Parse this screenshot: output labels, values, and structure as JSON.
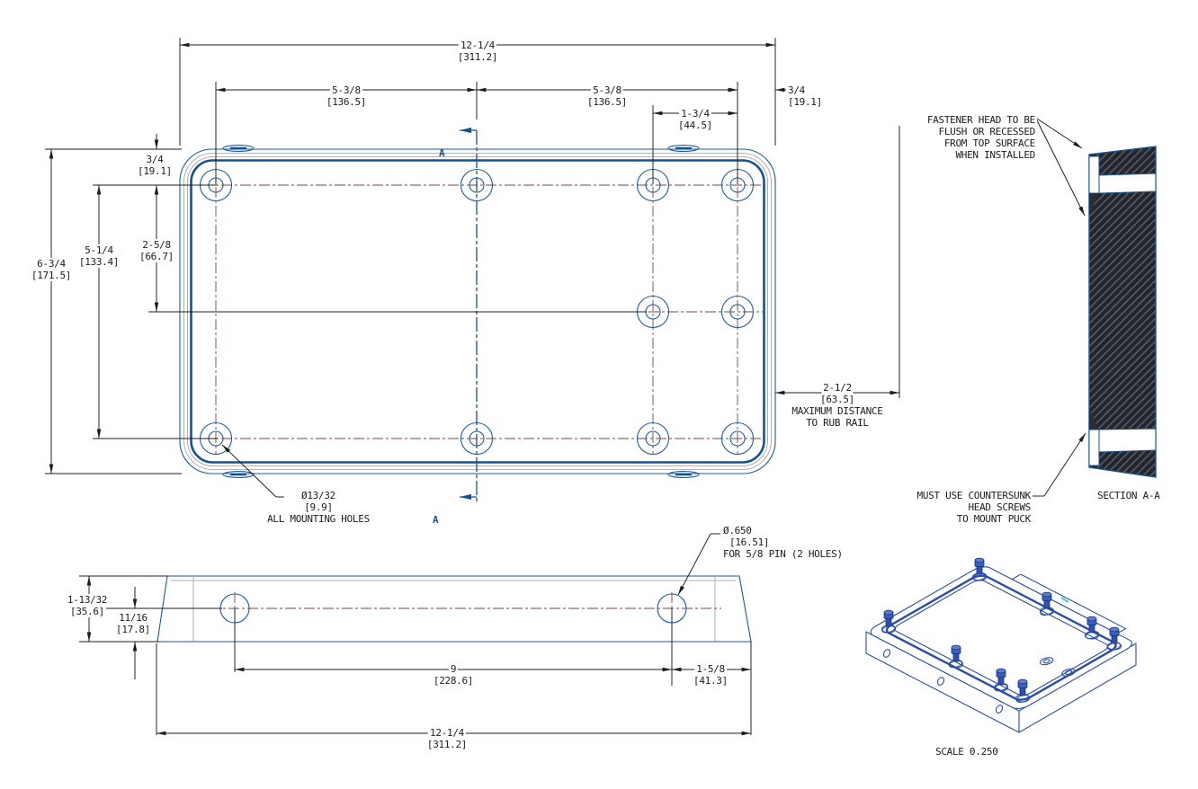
{
  "top_view": {
    "dim_overall": {
      "value": "12-1/4",
      "mm": "[311.2]"
    },
    "dim_span_left": {
      "value": "5-3/8",
      "mm": "[136.5]"
    },
    "dim_span_right": {
      "value": "5-3/8",
      "mm": "[136.5]"
    },
    "dim_corner_offset": {
      "value": "3/4",
      "mm": "[19.1]"
    },
    "dim_inner_col": {
      "value": "1-3/4",
      "mm": "[44.5]"
    },
    "dim_top_offset": {
      "value": "3/4",
      "mm": "[19.1]"
    },
    "dim_height": {
      "value": "6-3/4",
      "mm": "[171.5]"
    },
    "dim_row_span": {
      "value": "5-1/4",
      "mm": "[133.4]"
    },
    "dim_mid_row": {
      "value": "2-5/8",
      "mm": "[66.7]"
    },
    "note_mounting": {
      "l1": "Ø13/32",
      "l2": "[9.9]",
      "l3": "ALL MOUNTING HOLES"
    },
    "dim_rub_rail": {
      "value": "2-1/2",
      "mm": "[63.5]",
      "l3": "MAXIMUM DISTANCE",
      "l4": "TO RUB RAIL"
    },
    "marker_a_top": "A",
    "marker_a_bottom": "A"
  },
  "section_view": {
    "note_fastener": {
      "l1": "FASTENER HEAD TO BE",
      "l2": "FLUSH OR RECESSED",
      "l3": "FROM TOP SURFACE",
      "l4": "WHEN INSTALLED"
    },
    "note_countersunk": {
      "l1": "MUST USE COUNTERSUNK",
      "l2": "HEAD SCREWS",
      "l3": "TO MOUNT PUCK"
    },
    "title": "SECTION A-A"
  },
  "side_view": {
    "dim_thickness": {
      "value": "1-13/32",
      "mm": "[35.6]"
    },
    "dim_hole_height": {
      "value": "11/16",
      "mm": "[17.8]"
    },
    "dim_pin_span": {
      "value": "9",
      "mm": "[228.6]"
    },
    "dim_pin_offset": {
      "value": "1-5/8",
      "mm": "[41.3]"
    },
    "dim_overall": {
      "value": "12-1/4",
      "mm": "[311.2]"
    },
    "note_pin": {
      "l1": "Ø.650",
      "l2": "[16.51]",
      "l3": "FOR 5/8 PIN (2 HOLES)"
    }
  },
  "iso_view": {
    "scale": "SCALE 0.250"
  },
  "colors": {
    "line_blue": "#1c5aa0",
    "thick_blue": "#155293",
    "centerline": "#7d4444",
    "dimension": "#1c1c1c",
    "iso_blue": "#2a4daa",
    "hatch_dark": "#23262b"
  }
}
